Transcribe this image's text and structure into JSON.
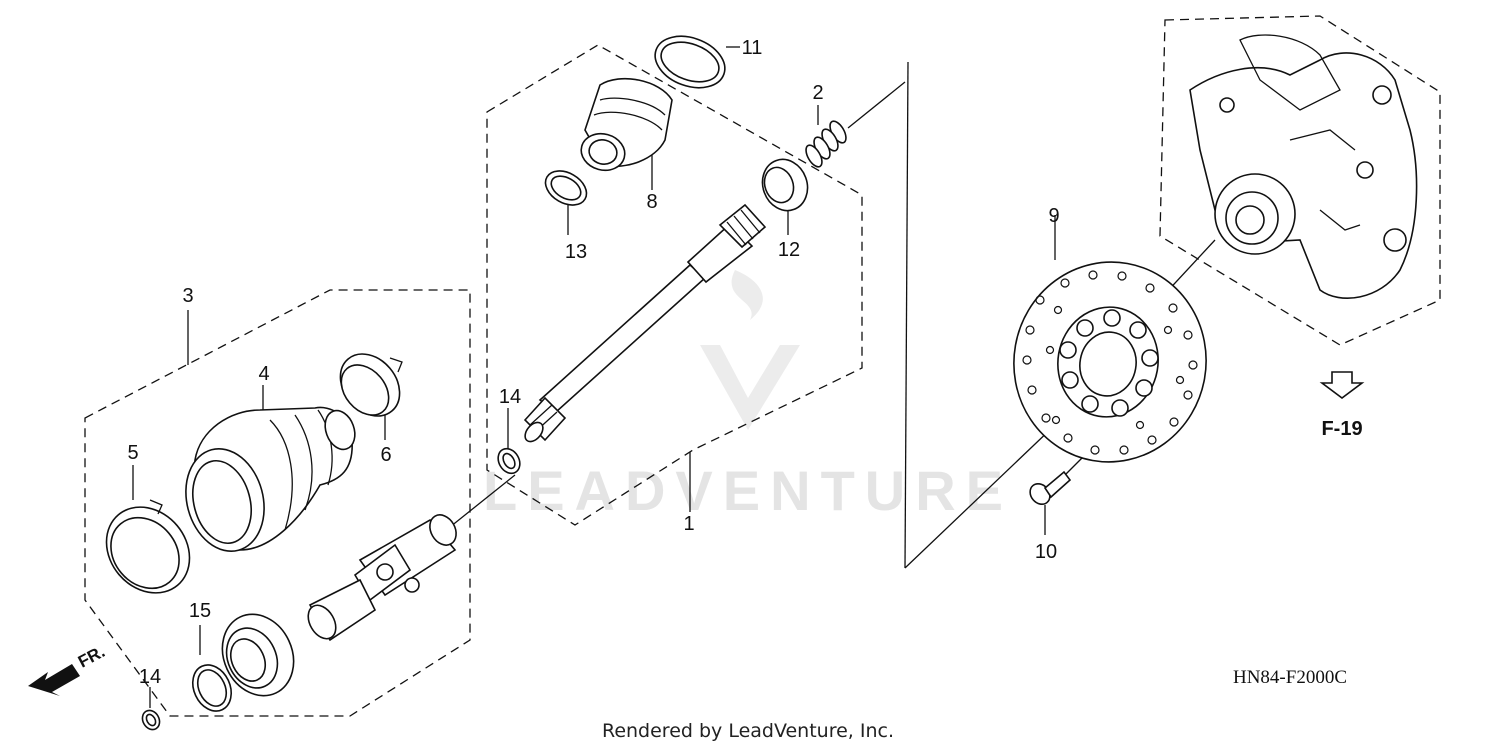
{
  "diagram": {
    "callouts": {
      "c1": "1",
      "c2": "2",
      "c3": "3",
      "c4": "4",
      "c5": "5",
      "c6": "6",
      "c8": "8",
      "c9": "9",
      "c10": "10",
      "c11": "11",
      "c12": "12",
      "c13": "13",
      "c14a": "14",
      "c14b": "14",
      "c15": "15"
    },
    "reference": "F-19",
    "direction_label": "FR.",
    "drawing_code": "HN84-F2000C",
    "credit": "Rendered by LeadVenture, Inc.",
    "watermark": "LEADVENTURE"
  }
}
